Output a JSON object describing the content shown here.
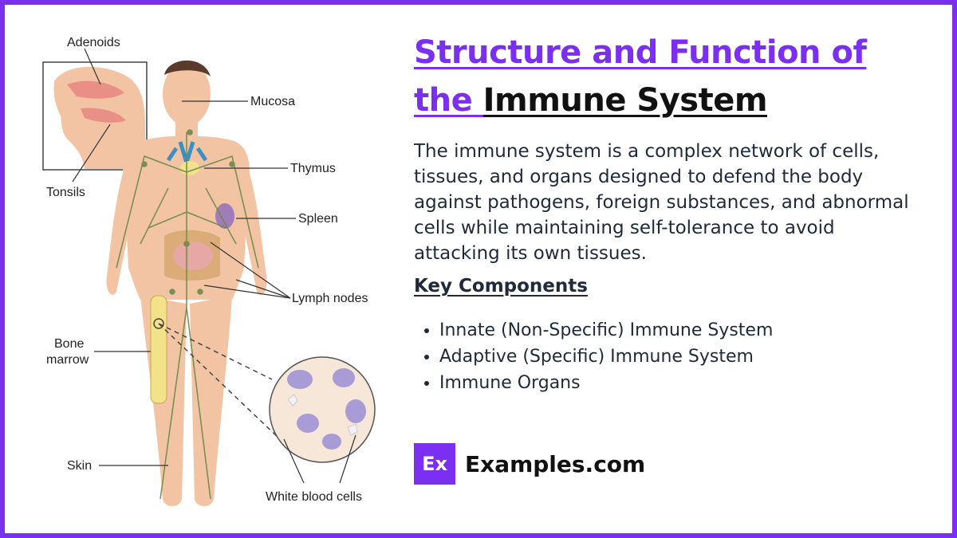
{
  "title": {
    "line1": "Structure and Function of",
    "line2_highlight": "the ",
    "line2_dark": "Immune System"
  },
  "description": "The immune system is a complex network of cells, tissues, and organs designed to defend the body against pathogens, foreign substances, and abnormal cells while maintaining self-tolerance to avoid attacking its own tissues.",
  "key_components": {
    "heading": "Key Components",
    "items": [
      "Innate (Non-Specific) Immune System",
      "Adaptive (Specific) Immune System",
      "Immune Organs"
    ]
  },
  "brand": {
    "logo_text": "Ex",
    "name": "Examples.com"
  },
  "diagram": {
    "labels": {
      "adenoids": "Adenoids",
      "tonsils": "Tonsils",
      "mucosa": "Mucosa",
      "thymus": "Thymus",
      "spleen": "Spleen",
      "lymph_nodes": "Lymph nodes",
      "bone": "Bone",
      "marrow": "marrow",
      "skin": "Skin",
      "white_blood_cells": "White blood cells"
    }
  },
  "colors": {
    "accent": "#7b2ff2",
    "text": "#1e2a3a",
    "skin": "#f3c4a4",
    "lymph": "#6e8a4a"
  }
}
